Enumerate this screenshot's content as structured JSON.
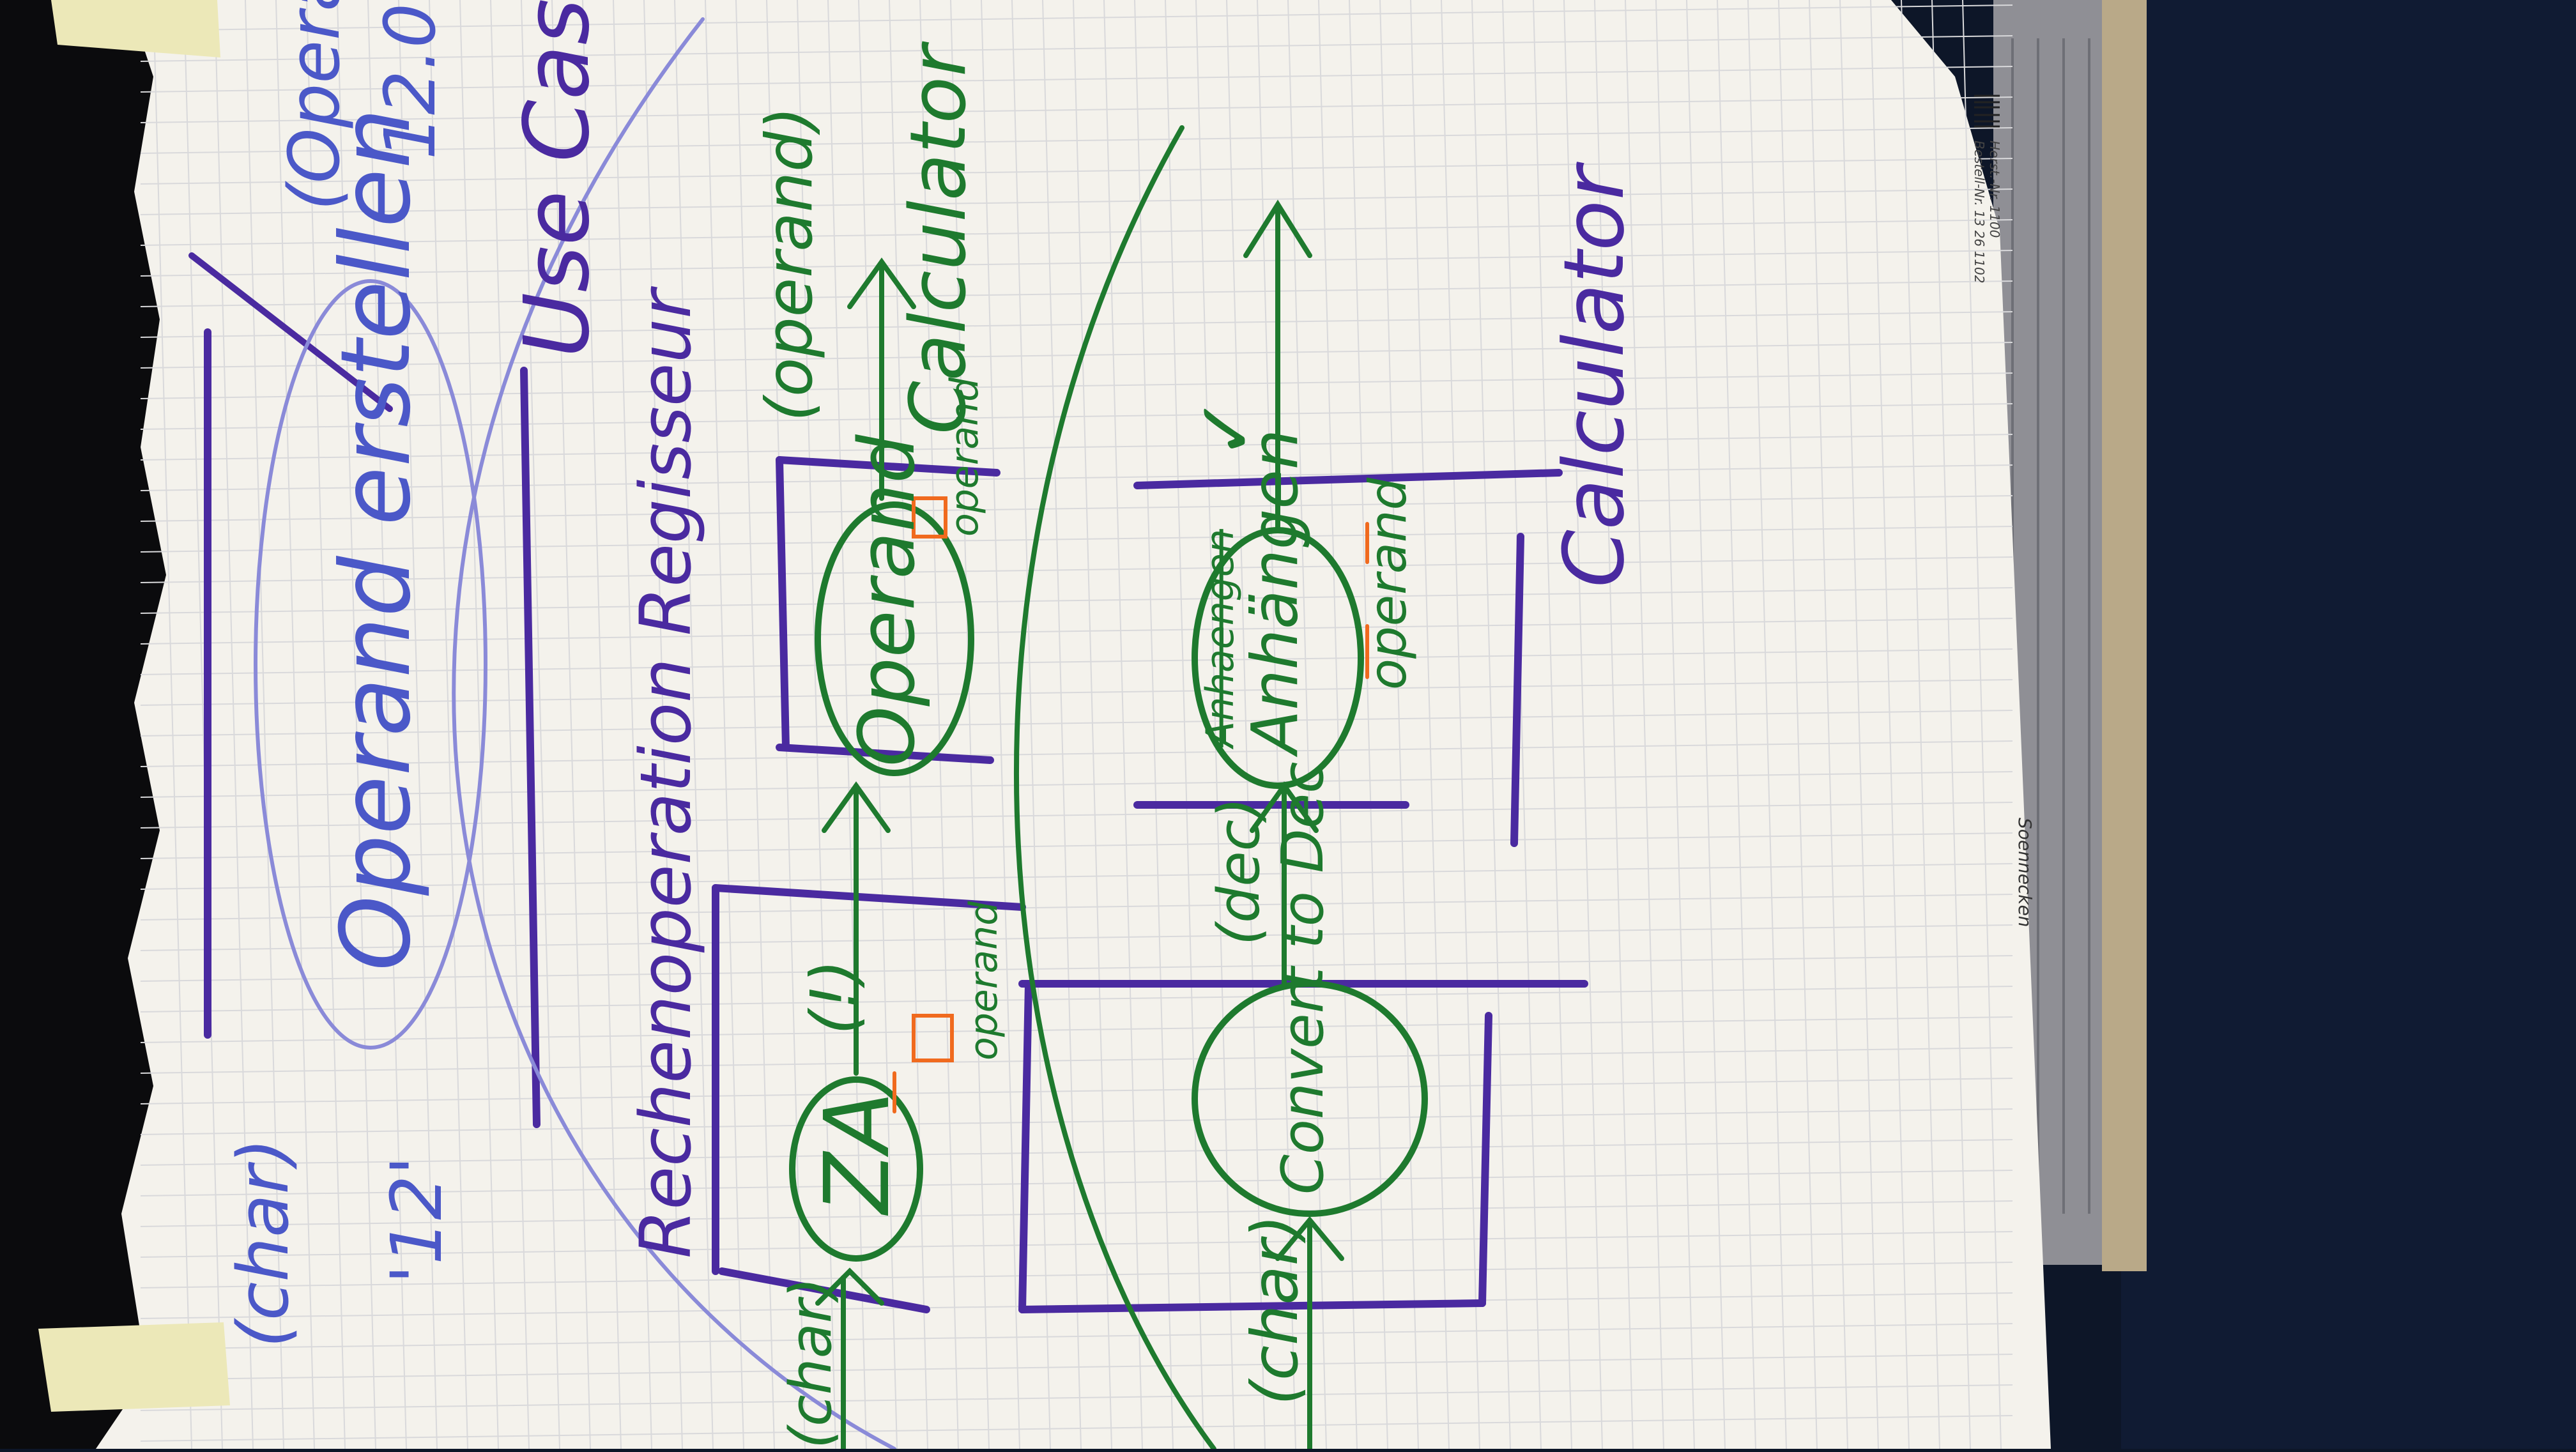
{
  "colors": {
    "background_left": "#0b0b0d",
    "carpet": "#101b33",
    "paper": "#f4f2ec",
    "grid": "#d9d9db",
    "ink_purple": "#4a2aa0",
    "ink_blue": "#4b58c8",
    "ink_green": "#1e7a2e",
    "ink_orange": "#f06a1e",
    "tape": "#ece8b8",
    "frame_wood": "#b9a988",
    "frame_metal": "#8f8f95"
  },
  "top_section": {
    "char_label": "(char)",
    "operand_word": "Operand erstellen",
    "value_a": "'12'",
    "value_b": "12.0",
    "operand_corner": "(Opera",
    "use_cases": "Use Cases"
  },
  "middle_section": {
    "heading": "Rechenoperation Regisseur",
    "input_label": "(char)",
    "node_za": "ZA",
    "za_suffix": "(!)",
    "za_box": "operand",
    "node_operand": "Operand",
    "operand_box": "operand",
    "output_label": "(operand)",
    "calculator": "Calculator"
  },
  "bottom_section": {
    "input_label": "(char)",
    "node_convert": "Convert to Dec",
    "dec_label": "(dec)",
    "node_anhangen_strike": "Anhaengen",
    "node_anhangen": "Anhängen",
    "operand_box": "operand",
    "check_mark": "✓",
    "output_arrow": "→",
    "calculator": "Calculator"
  },
  "paper_print": {
    "brand": "Soennecken",
    "order": "Herst.-Nr. 1100",
    "order2": "Bestell-Nr. 13 26 1102"
  }
}
